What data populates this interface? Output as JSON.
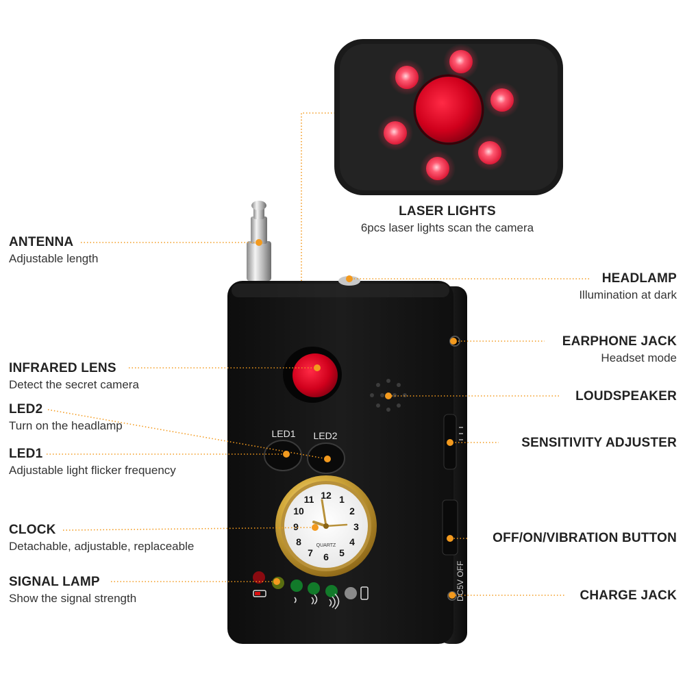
{
  "callouts": {
    "laser_lights": {
      "title": "LASER LIGHTS",
      "desc": "6pcs laser lights scan the camera"
    },
    "antenna": {
      "title": "ANTENNA",
      "desc": "Adjustable length"
    },
    "headlamp": {
      "title": "HEADLAMP",
      "desc": "Illumination at dark"
    },
    "earphone_jack": {
      "title": "EARPHONE JACK",
      "desc": "Headset mode"
    },
    "infrared_lens": {
      "title": "INFRARED LENS",
      "desc": "Detect the secret camera"
    },
    "loudspeaker": {
      "title": "LOUDSPEAKER",
      "desc": ""
    },
    "led2": {
      "title": "LED2",
      "desc": "Turn on the headlamp"
    },
    "sensitivity_adjuster": {
      "title": "SENSITIVITY ADJUSTER",
      "desc": ""
    },
    "led1": {
      "title": "LED1",
      "desc": "Adjustable light flicker frequency"
    },
    "clock": {
      "title": "CLOCK",
      "desc": "Detachable, adjustable, replaceable"
    },
    "power_button": {
      "title": "OFF/ON/VIBRATION BUTTON",
      "desc": ""
    },
    "signal_lamp": {
      "title": "SIGNAL LAMP",
      "desc": "Show the signal strength"
    },
    "charge_jack": {
      "title": "CHARGE JACK",
      "desc": ""
    }
  },
  "device": {
    "led1_label": "LED1",
    "led2_label": "LED2",
    "clock_brand": "QUARTZ",
    "clock_numbers": [
      "12",
      "1",
      "2",
      "3",
      "4",
      "5",
      "6",
      "7",
      "8",
      "9",
      "10",
      "11"
    ],
    "side_label": "DC5V OFF"
  },
  "colors": {
    "accent_orange": "#f39a1e",
    "body_black": "#151515",
    "laser_red": "#e0102a",
    "clock_gold": "#c9a23a"
  }
}
